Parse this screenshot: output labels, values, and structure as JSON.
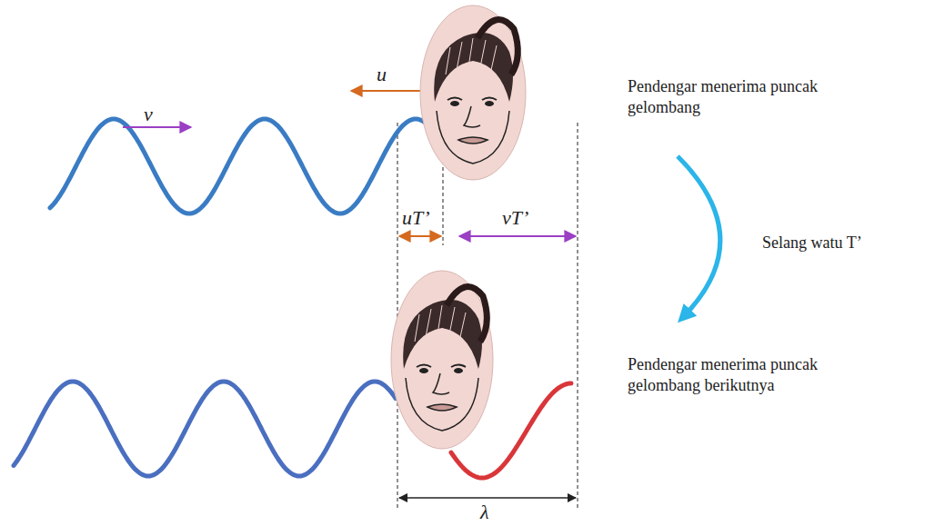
{
  "diagram": {
    "labels": [
      "v",
      "u",
      "uT’",
      "vT’",
      "Pendengar menerima puncak gelombang",
      "Selang watu T’",
      "Pendengar menerima puncak gelombang berikutnya",
      "λ"
    ]
  }
}
